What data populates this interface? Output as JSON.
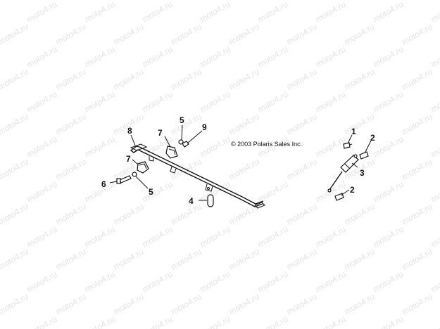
{
  "watermark": {
    "text": "moto4.ru",
    "color": "#e4e4e4"
  },
  "copyright": "© 2003 Polaris Sales Inc.",
  "callouts": {
    "c1": "1",
    "c2_upper": "2",
    "c2_lower": "2",
    "c3": "3",
    "c4": "4",
    "c5_upper": "5",
    "c5_lower": "5",
    "c6": "6",
    "c7_upper": "7",
    "c7_lower": "7",
    "c8": "8",
    "c9": "9"
  },
  "colors": {
    "line": "#111111",
    "background": "#ffffff"
  }
}
